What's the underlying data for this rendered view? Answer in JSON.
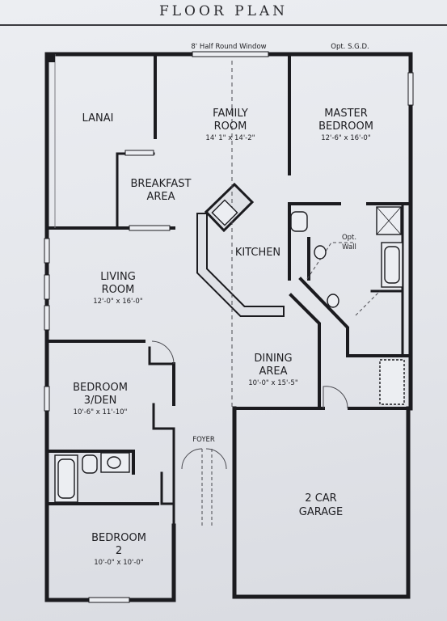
{
  "header": {
    "title": "FLOOR PLAN"
  },
  "notes": {
    "window": "8' Half Round Window",
    "sgd": "Opt. S.G.D.",
    "opt_wall_1": "Opt.",
    "opt_wall_2": "Wall"
  },
  "rooms": {
    "lanai": {
      "name": "LANAI"
    },
    "family": {
      "name1": "FAMILY",
      "name2": "ROOM",
      "dim": "14' 1\" x 14'-2\""
    },
    "master": {
      "name1": "MASTER",
      "name2": "BEDROOM",
      "dim": "12'-6\" x 16'-0\""
    },
    "breakfast": {
      "name1": "BREAKFAST",
      "name2": "AREA"
    },
    "kitchen": {
      "name": "KITCHEN"
    },
    "living": {
      "name1": "LIVING",
      "name2": "ROOM",
      "dim": "12'-0\" x 16'-0\""
    },
    "bedroom3": {
      "name1": "BEDROOM",
      "name2": "3/DEN",
      "dim": "10'-6\" x 11'-10\""
    },
    "dining": {
      "name1": "DINING",
      "name2": "AREA",
      "dim": "10'-0\" x 15'-5\""
    },
    "foyer": {
      "name": "FOYER"
    },
    "garage": {
      "name1": "2 CAR",
      "name2": "GARAGE"
    },
    "bedroom2": {
      "name1": "BEDROOM",
      "name2": "2",
      "dim": "10'-0\" x 10'-0\""
    }
  }
}
